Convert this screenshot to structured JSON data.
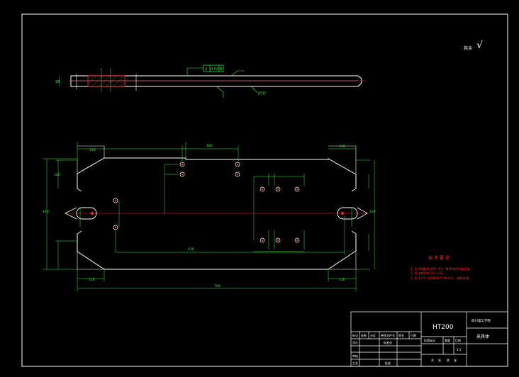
{
  "drawing": {
    "tech_requirements": {
      "heading": "技 术 要 求",
      "items": [
        "1. 未注明圆角为R2~R3，铸件须经时效处理。",
        "2. 未注倒角为C0.5~C1。",
        "3. 未注尺寸公差按GB/T1804-m，调质处理。"
      ]
    },
    "roughness_note": {
      "label": "其余",
      "symbol": "√"
    },
    "title_block": {
      "material": "HT200",
      "company": "四川理工学院",
      "part_name": "夹具体",
      "header_cells": [
        "标记",
        "处数",
        "分区",
        "更改文件号",
        "签名",
        "日期"
      ],
      "row_labels": [
        "设计",
        "审核",
        "工艺"
      ],
      "stage_labels": [
        "阶段标记",
        "重量",
        "比例"
      ],
      "sheet_labels": [
        "共",
        "张",
        "第",
        "张"
      ],
      "approve_label": "批准",
      "standardize_label": "标准化",
      "scale_value": "1:1"
    },
    "dimensions": {
      "overall_length": "700",
      "overall_width": "410",
      "top_left_chamfer": "130",
      "top_right_chamfer": "130",
      "bottom_left": "130",
      "bottom_right": "130",
      "hole_spacing_top": "180",
      "hole_spacing_mid": "410",
      "left_height": "120",
      "right_height": "120",
      "thickness": "28"
    },
    "section_labels": [
      "A—A"
    ],
    "tolerance_frame": [
      "//",
      "0.02",
      "B"
    ]
  }
}
